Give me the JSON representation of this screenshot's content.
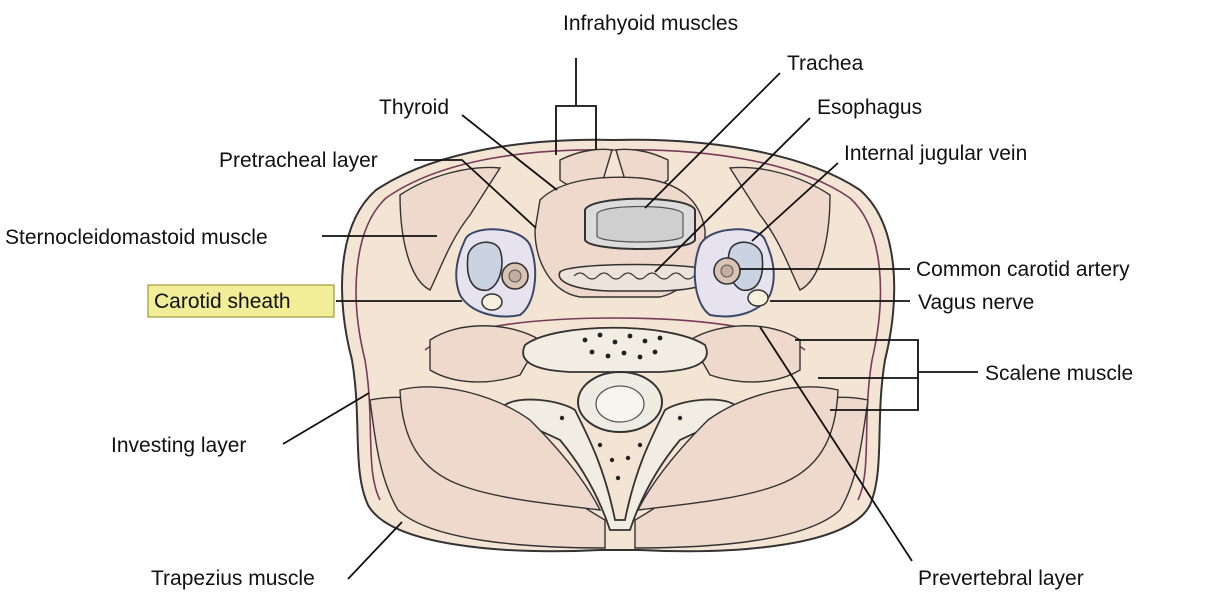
{
  "labels": {
    "infrahyoid": "Infrahyoid muscles",
    "trachea": "Trachea",
    "thyroid": "Thyroid",
    "esophagus": "Esophagus",
    "pretracheal": "Pretracheal layer",
    "internal_jugular": "Internal jugular vein",
    "sternocleidomastoid": "Sternocleidomastoid muscle",
    "common_carotid": "Common carotid artery",
    "carotid_sheath": "Carotid sheath",
    "vagus": "Vagus nerve",
    "scalene": "Scalene muscle",
    "investing": "Investing layer",
    "trapezius": "Trapezius muscle",
    "prevertebral": "Prevertebral layer"
  },
  "highlight_color": "#f2ee98"
}
